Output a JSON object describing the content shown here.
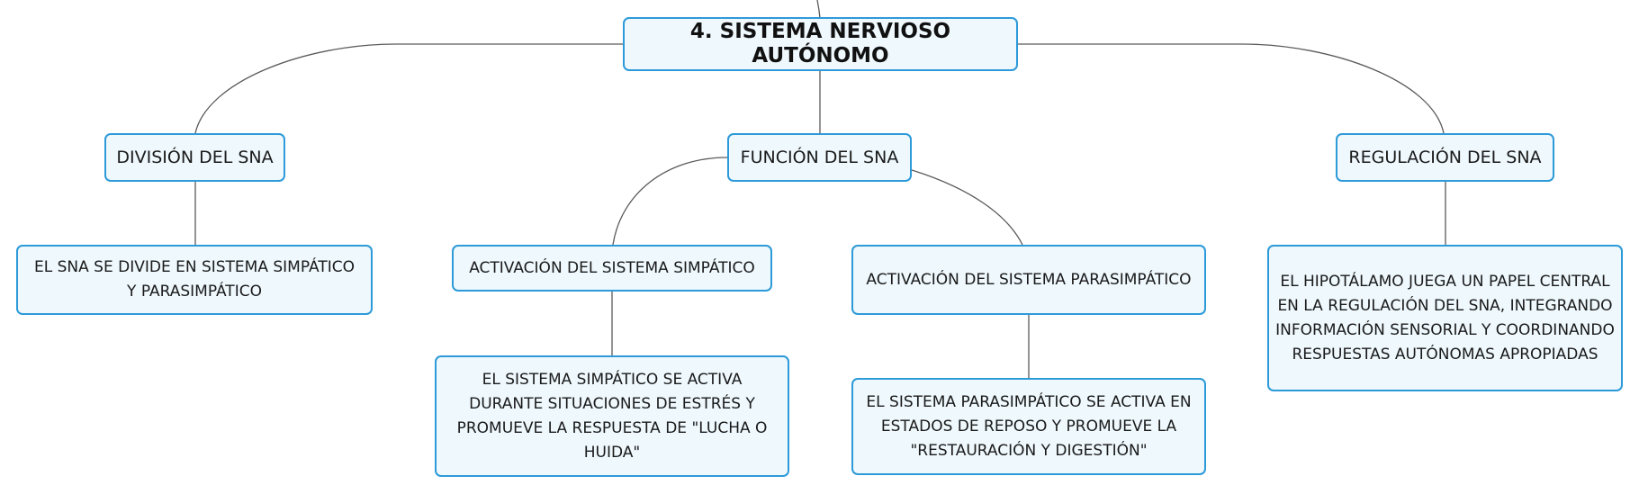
{
  "root": {
    "label": "4. SISTEMA NERVIOSO AUTÓNOMO"
  },
  "branches": {
    "division": {
      "label": "DIVISIÓN DEL SNA",
      "detail": "EL SNA SE DIVIDE EN SISTEMA SIMPÁTICO Y PARASIMPÁTICO"
    },
    "funcion": {
      "label": "FUNCIÓN DEL SNA",
      "simpatico": {
        "label": "ACTIVACIÓN DEL SISTEMA SIMPÁTICO",
        "detail": "EL SISTEMA SIMPÁTICO SE ACTIVA DURANTE SITUACIONES DE ESTRÉS Y PROMUEVE LA RESPUESTA DE \"LUCHA O HUIDA\""
      },
      "parasimpatico": {
        "label": "ACTIVACIÓN DEL SISTEMA PARASIMPÁTICO",
        "detail": "EL SISTEMA PARASIMPÁTICO SE ACTIVA EN ESTADOS DE REPOSO Y PROMUEVE LA \"RESTAURACIÓN Y DIGESTIÓN\""
      }
    },
    "regulacion": {
      "label": "REGULACIÓN DEL SNA",
      "detail": "EL HIPOTÁLAMO JUEGA UN PAPEL CENTRAL EN LA REGULACIÓN DEL SNA, INTEGRANDO INFORMACIÓN SENSORIAL Y COORDINANDO RESPUESTAS AUTÓNOMAS APROPIADAS"
    }
  },
  "colors": {
    "node_fill": "#eef8fd",
    "node_border": "#2d9ad9",
    "connector": "#5a5a5a"
  }
}
